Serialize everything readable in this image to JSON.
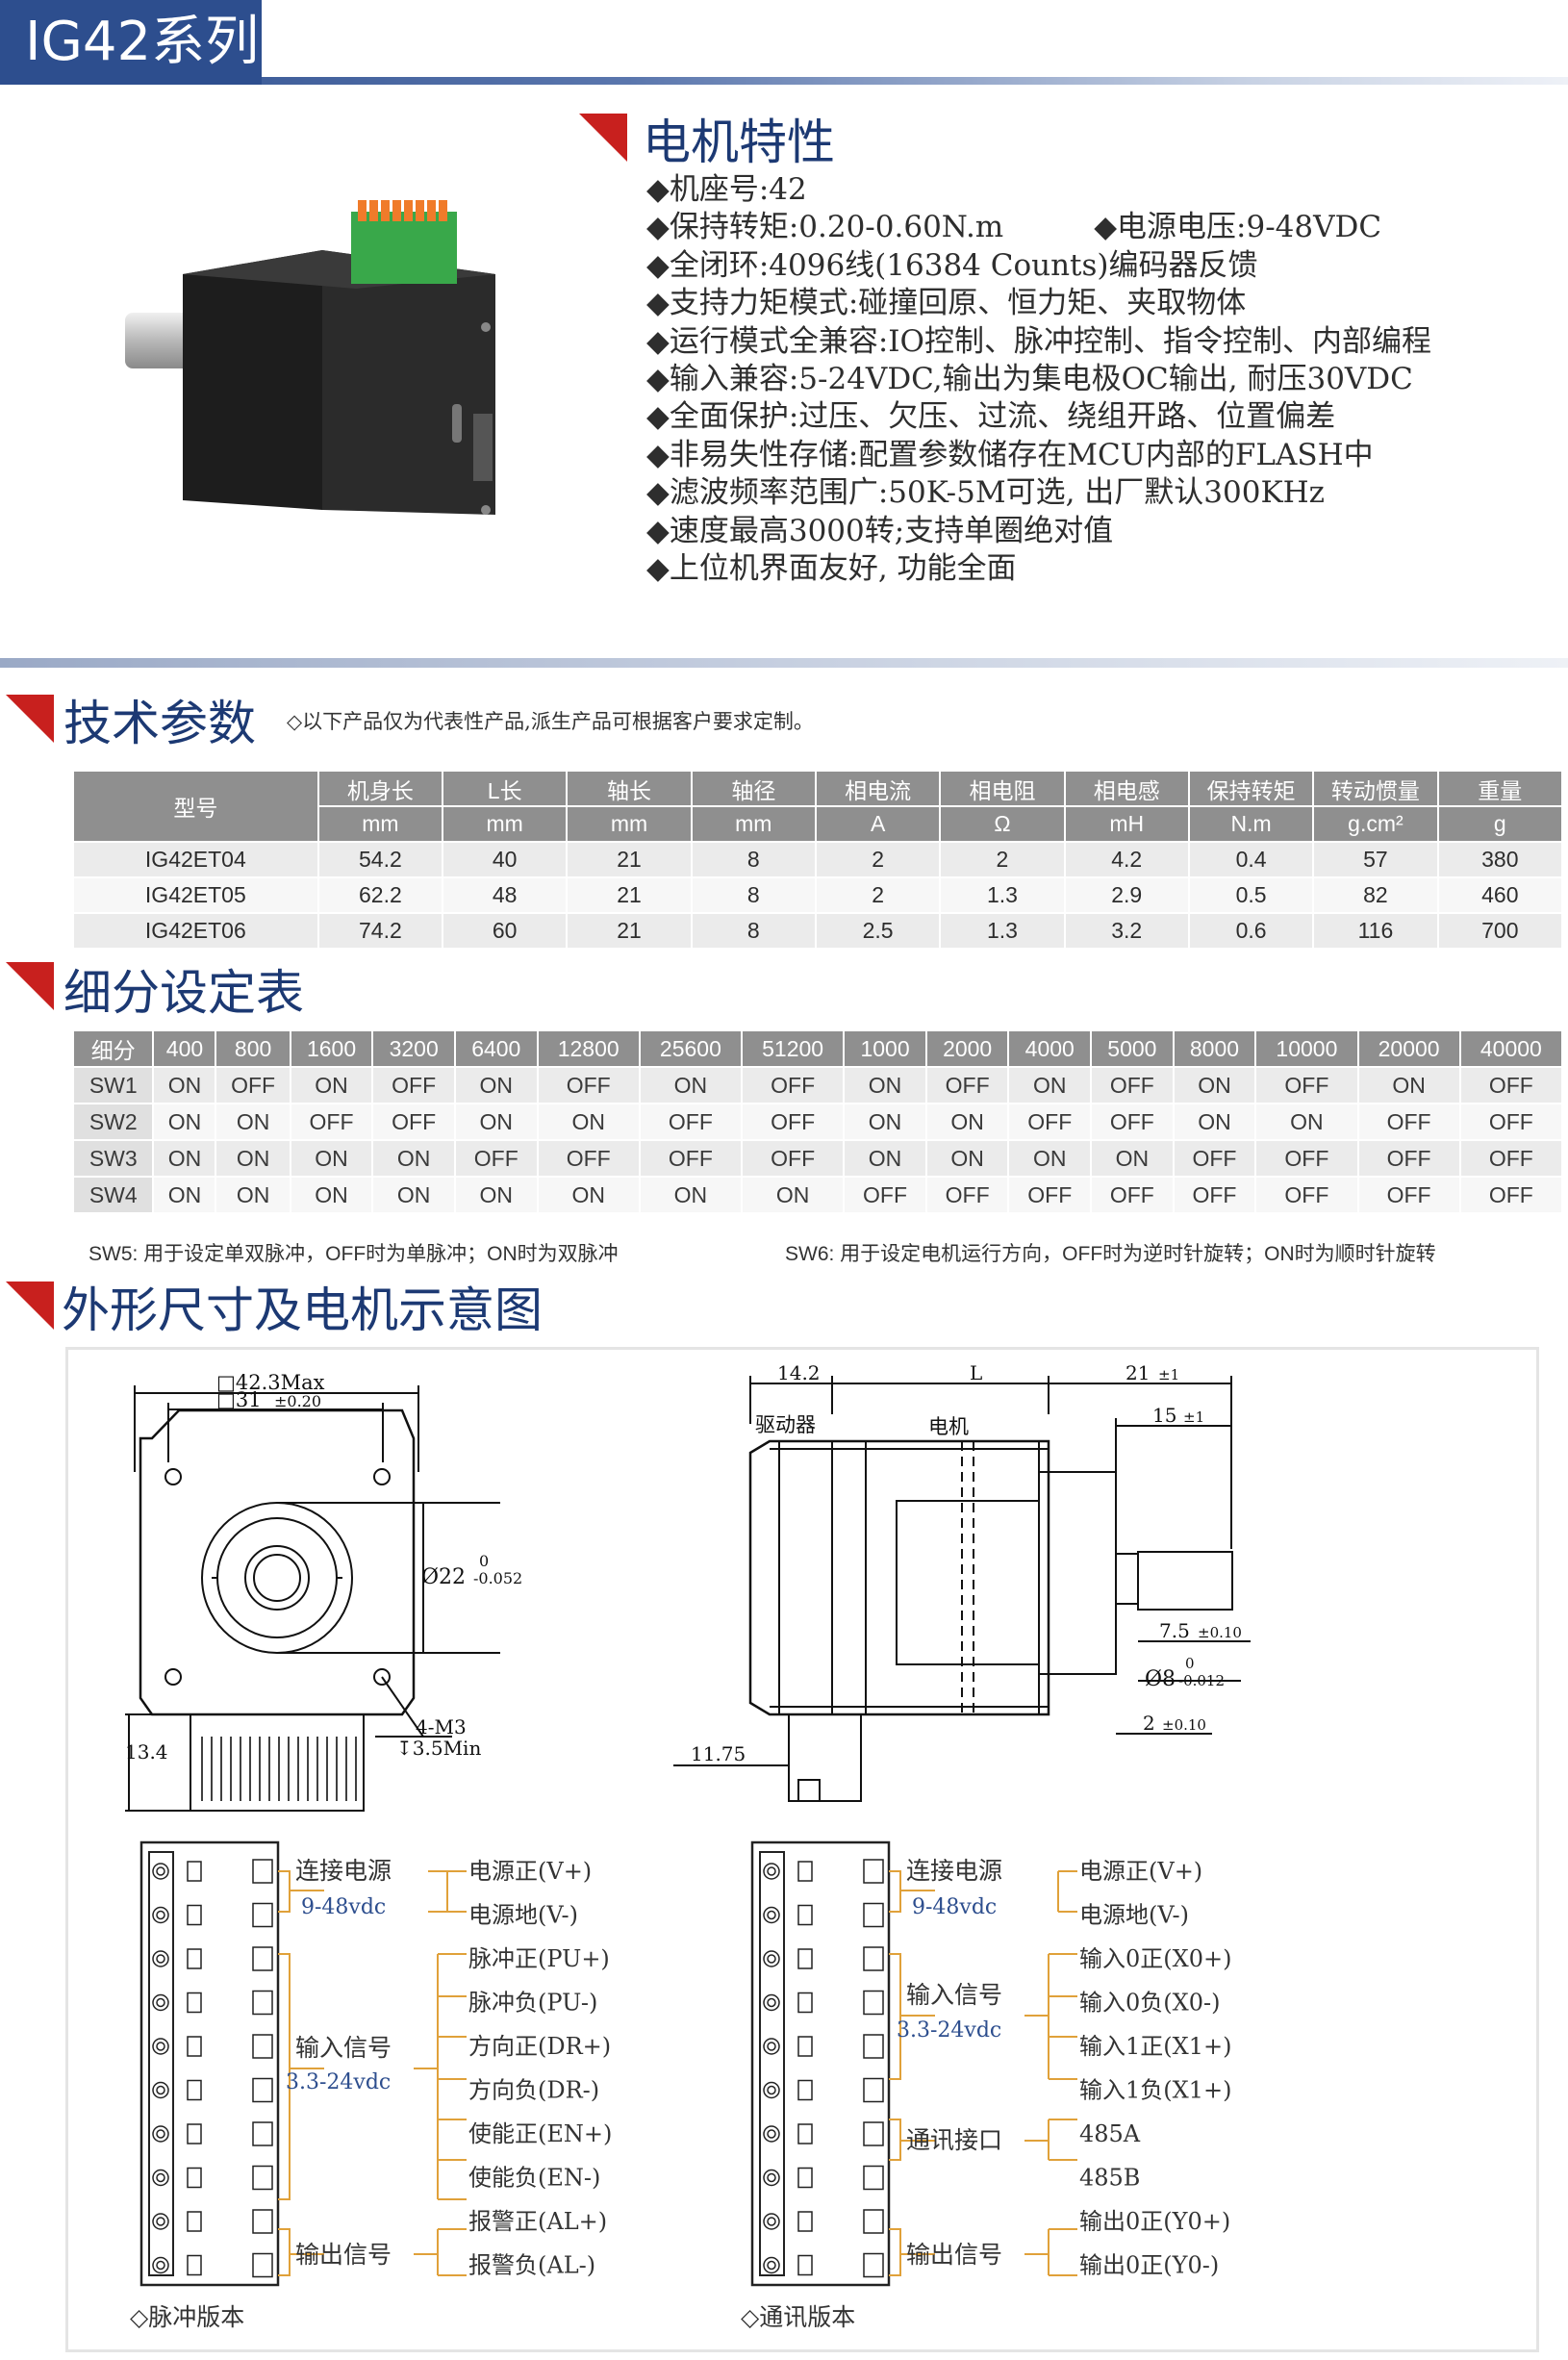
{
  "header": {
    "series_title": "IG42系列"
  },
  "motor_section": {
    "title": "电机特性",
    "features": [
      "◆机座号:42",
      "◆保持转矩:0.20-0.60N.m",
      "◆全闭环:4096线(16384 Counts)编码器反馈",
      "◆支持力矩模式:碰撞回原、恒力矩、夹取物体",
      "◆运行模式全兼容:IO控制、脉冲控制、指令控制、内部编程",
      "◆输入兼容:5-24VDC,输出为集电极OC输出, 耐压30VDC",
      "◆全面保护:过压、欠压、过流、绕组开路、位置偏差",
      "◆非易失性存储:配置参数储存在MCU内部的FLASH中",
      "◆滤波频率范围广:50K-5M可选, 出厂默认300KHz",
      "◆速度最高3000转;支持单圈绝对值",
      "◆上位机界面友好, 功能全面"
    ],
    "feature_extra": "◆电源电压:9-48VDC"
  },
  "tech_section": {
    "title": "技术参数",
    "note": "◇以下产品仅为代表性产品,派生产品可根据客户要求定制。",
    "model_header": "型号",
    "headers": [
      "机身长",
      "L长",
      "轴长",
      "轴径",
      "相电流",
      "相电阻",
      "相电感",
      "保持转矩",
      "转动惯量",
      "重量"
    ],
    "units": [
      "mm",
      "mm",
      "mm",
      "mm",
      "A",
      "Ω",
      "mH",
      "N.m",
      "g.cm²",
      "g"
    ],
    "rows": [
      [
        "IG42ET04",
        "54.2",
        "40",
        "21",
        "8",
        "2",
        "2",
        "4.2",
        "0.4",
        "57",
        "380"
      ],
      [
        "IG42ET05",
        "62.2",
        "48",
        "21",
        "8",
        "2",
        "1.3",
        "2.9",
        "0.5",
        "82",
        "460"
      ],
      [
        "IG42ET06",
        "74.2",
        "60",
        "21",
        "8",
        "2.5",
        "1.3",
        "3.2",
        "0.6",
        "116",
        "700"
      ]
    ]
  },
  "dip_section": {
    "title": "细分设定表",
    "header": [
      "细分",
      "400",
      "800",
      "1600",
      "3200",
      "6400",
      "12800",
      "25600",
      "51200",
      "1000",
      "2000",
      "4000",
      "5000",
      "8000",
      "10000",
      "20000",
      "40000"
    ],
    "rows": [
      [
        "SW1",
        "ON",
        "OFF",
        "ON",
        "OFF",
        "ON",
        "OFF",
        "ON",
        "OFF",
        "ON",
        "OFF",
        "ON",
        "OFF",
        "ON",
        "OFF",
        "ON",
        "OFF"
      ],
      [
        "SW2",
        "ON",
        "ON",
        "OFF",
        "OFF",
        "ON",
        "ON",
        "OFF",
        "OFF",
        "ON",
        "ON",
        "OFF",
        "OFF",
        "ON",
        "ON",
        "OFF",
        "OFF"
      ],
      [
        "SW3",
        "ON",
        "ON",
        "ON",
        "ON",
        "OFF",
        "OFF",
        "OFF",
        "OFF",
        "ON",
        "ON",
        "ON",
        "ON",
        "OFF",
        "OFF",
        "OFF",
        "OFF"
      ],
      [
        "SW4",
        "ON",
        "ON",
        "ON",
        "ON",
        "ON",
        "ON",
        "ON",
        "ON",
        "OFF",
        "OFF",
        "OFF",
        "OFF",
        "OFF",
        "OFF",
        "OFF",
        "OFF"
      ]
    ],
    "note_sw5": "SW5: 用于设定单双脉冲，OFF时为单脉冲；ON时为双脉冲",
    "note_sw6": "SW6: 用于设定电机运行方向，OFF时为逆时针旋转；ON时为顺时针旋转"
  },
  "drawing_section": {
    "title": "外形尺寸及电机示意图",
    "front": {
      "dim_max": "□42.3Max",
      "dim_31": "□31",
      "tol_031": "±0.20",
      "dia22": "Ø22",
      "tol22_top": "0",
      "tol22_bot": "-0.052",
      "h134": "13.4",
      "m3": "4-M3",
      "m3_depth": "↧3.5Min"
    },
    "side": {
      "d142": "14.2",
      "dL": "L",
      "d21": "21",
      "tol21": "±1",
      "lbl_driver": "驱动器",
      "lbl_motor": "电机",
      "d15": "15",
      "tol15": "±1",
      "d75": "7.5",
      "tol75": "±0.10",
      "dia8": "Ø8",
      "tol8_top": "0",
      "tol8_bot": "-0.012",
      "d2": "2",
      "tol2": "±0.10",
      "d1175": "11.75"
    },
    "pulse": {
      "version": "◇脉冲版本",
      "power": "连接电源",
      "power_v": "9-48vdc",
      "input": "输入信号",
      "input_v": "3.3-24vdc",
      "output": "输出信号",
      "pins": [
        "电源正(V+)",
        "电源地(V-)",
        "脉冲正(PU+)",
        "脉冲负(PU-)",
        "方向正(DR+)",
        "方向负(DR-)",
        "使能正(EN+)",
        "使能负(EN-)",
        "报警正(AL+)",
        "报警负(AL-)"
      ]
    },
    "comm": {
      "version": "◇通讯版本",
      "power": "连接电源",
      "power_v": "9-48vdc",
      "input": "输入信号",
      "input_v": "3.3-24vdc",
      "comm": "通讯接口",
      "output": "输出信号",
      "pins": [
        "电源正(V+)",
        "电源地(V-)",
        "输入0正(X0+)",
        "输入0负(X0-)",
        "输入1正(X1+)",
        "输入1负(X1+)",
        "485A",
        "485B",
        "输出0正(Y0+)",
        "输出0正(Y0-)"
      ]
    }
  }
}
